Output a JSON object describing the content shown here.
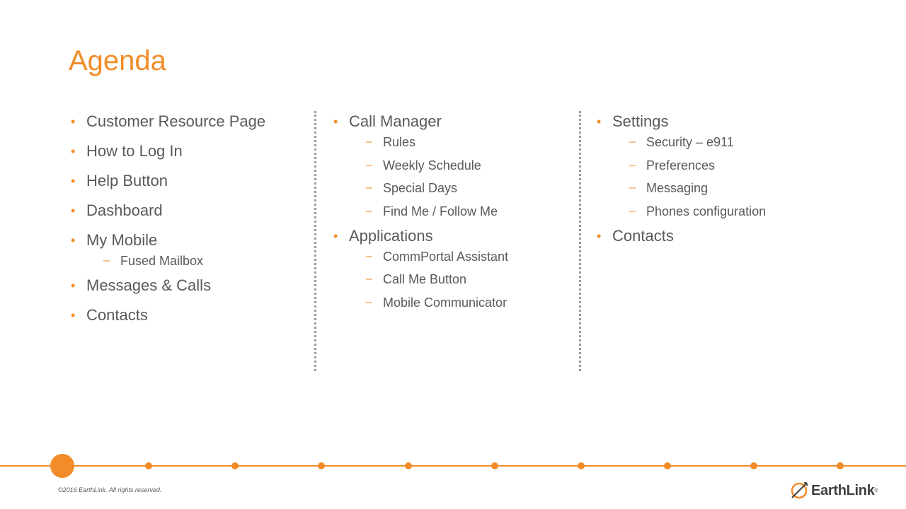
{
  "title": "Agenda",
  "columns": [
    {
      "items": [
        {
          "label": "Customer Resource Page",
          "sub": []
        },
        {
          "label": "How to Log In",
          "sub": []
        },
        {
          "label": "Help Button",
          "sub": []
        },
        {
          "label": "Dashboard",
          "sub": []
        },
        {
          "label": "My Mobile",
          "sub": [
            "Fused Mailbox"
          ]
        },
        {
          "label": "Messages & Calls",
          "sub": []
        },
        {
          "label": "Contacts",
          "sub": []
        }
      ]
    },
    {
      "items": [
        {
          "label": "Call Manager",
          "sub": [
            "Rules",
            "Weekly Schedule",
            "Special Days",
            "Find Me / Follow Me"
          ]
        },
        {
          "label": "Applications",
          "sub": [
            "CommPortal Assistant",
            "Call Me Button",
            "Mobile Communicator"
          ]
        }
      ]
    },
    {
      "items": [
        {
          "label": "Settings",
          "sub": [
            "Security – e911",
            "Preferences",
            "Messaging",
            "Phones configuration"
          ]
        },
        {
          "label": "Contacts",
          "sub": []
        }
      ]
    }
  ],
  "footer": {
    "copyright": "©2016 EarthLink. All rights reserved.",
    "logo_text": "EarthLink",
    "logo_mark": "®"
  },
  "colors": {
    "accent": "#f28c28",
    "text": "#595959"
  },
  "icons": {
    "bullet": "•",
    "dash": "‒"
  }
}
